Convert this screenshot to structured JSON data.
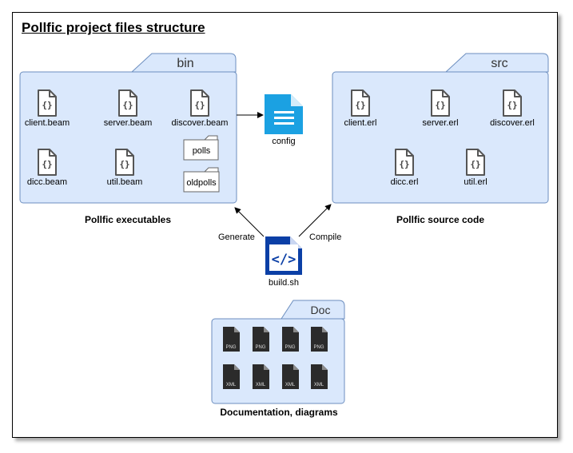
{
  "title": "Pollfic project files structure",
  "colors": {
    "folder_fill": "#dae8fc",
    "folder_stroke": "#6c8ebf",
    "config_blue": "#1ba1e2",
    "build_blue": "#0b3fa6",
    "dark_file": "#2b2b2b"
  },
  "bin": {
    "tab": "bin",
    "caption": "Pollfic executables",
    "files": [
      {
        "label": "client.beam",
        "icon": "code-file-icon"
      },
      {
        "label": "server.beam",
        "icon": "code-file-icon"
      },
      {
        "label": "discover.beam",
        "icon": "code-file-icon"
      },
      {
        "label": "dicc.beam",
        "icon": "code-file-icon"
      },
      {
        "label": "util.beam",
        "icon": "code-file-icon"
      }
    ],
    "subfolders": [
      "polls",
      "oldpolls"
    ]
  },
  "src": {
    "tab": "src",
    "caption": "Pollfic source code",
    "files": [
      {
        "label": "client.erl",
        "icon": "code-file-icon"
      },
      {
        "label": "server.erl",
        "icon": "code-file-icon"
      },
      {
        "label": "discover.erl",
        "icon": "code-file-icon"
      },
      {
        "label": "dicc.erl",
        "icon": "code-file-icon"
      },
      {
        "label": "util.erl",
        "icon": "code-file-icon"
      }
    ]
  },
  "config": {
    "label": "config",
    "icon": "document-icon"
  },
  "build": {
    "label": "build.sh",
    "icon": "code-brackets-icon"
  },
  "edges": {
    "generate": "Generate",
    "compile": "Compile"
  },
  "doc": {
    "tab": "Doc",
    "caption": "Documentation, diagrams",
    "png_label": "PNG",
    "xml_label": "XML",
    "png_count": 4,
    "xml_count": 4
  }
}
